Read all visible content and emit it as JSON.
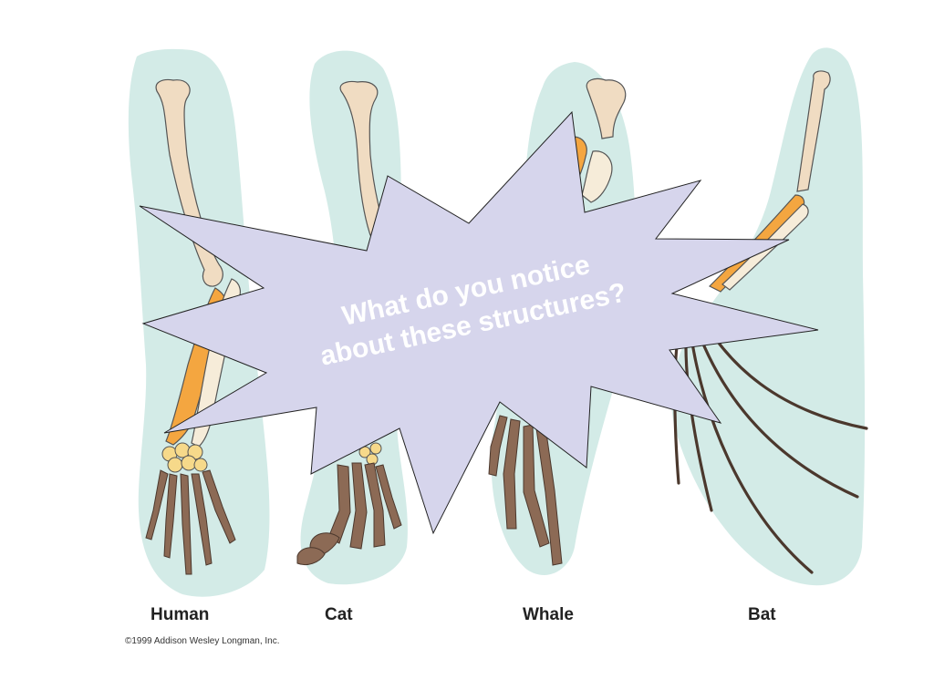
{
  "slide": {
    "callout": {
      "line1": "What do you notice",
      "line2": "about these structures?"
    },
    "labels": {
      "human": "Human",
      "cat": "Cat",
      "whale": "Whale",
      "bat": "Bat"
    },
    "credit": "©1999 Addison Wesley Longman, Inc."
  },
  "colors": {
    "background_silhouette": "#d3ebe7",
    "upper_bone": "#f0dcc2",
    "radius_bone": "#f4a640",
    "ulna_bone": "#f6ecd9",
    "wrist_bones": "#f6d98a",
    "hand_bones": "#8c6a55",
    "callout_fill": "#d6d5ec",
    "callout_text": "#ffffff"
  }
}
